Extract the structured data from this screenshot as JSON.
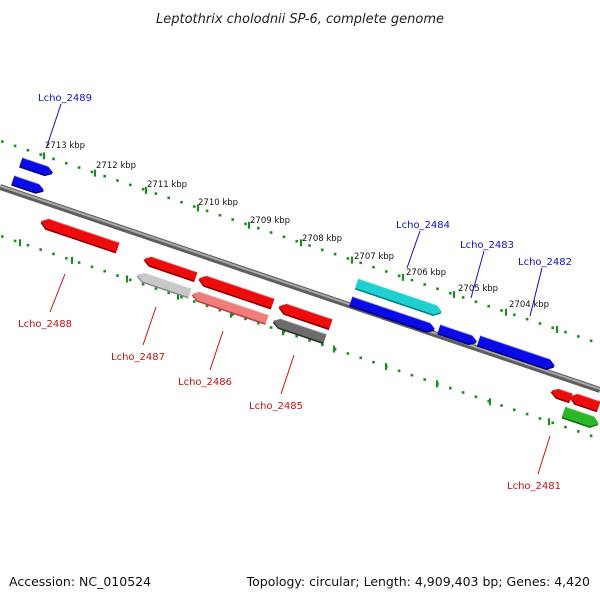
{
  "title": "Leptothrix cholodnii SP-6, complete genome",
  "footer": {
    "accession": "Accession: NC_010524",
    "topology": "Topology: circular; Length: 4,909,403 bp; Genes: 4,420"
  },
  "colors": {
    "backbone": "#7a7a7a",
    "tick": "#1e8c1e",
    "forward_label": "#1010c8",
    "reverse_label": "#c81010"
  },
  "ticks": [
    {
      "label": "2713 kbp"
    },
    {
      "label": "2712 kbp"
    },
    {
      "label": "2711 kbp"
    },
    {
      "label": "2710 kbp"
    },
    {
      "label": "2709 kbp"
    },
    {
      "label": "2708 kbp"
    },
    {
      "label": "2707 kbp"
    },
    {
      "label": "2706 kbp"
    },
    {
      "label": "2705 kbp"
    },
    {
      "label": "2704 kbp"
    }
  ],
  "gene_labels": [
    {
      "text": "Lcho_2489",
      "strand": "forward"
    },
    {
      "text": "Lcho_2484",
      "strand": "forward"
    },
    {
      "text": "Lcho_2483",
      "strand": "forward"
    },
    {
      "text": "Lcho_2482",
      "strand": "forward"
    },
    {
      "text": "Lcho_2488",
      "strand": "reverse"
    },
    {
      "text": "Lcho_2487",
      "strand": "reverse"
    },
    {
      "text": "Lcho_2486",
      "strand": "reverse"
    },
    {
      "text": "Lcho_2485",
      "strand": "reverse"
    },
    {
      "text": "Lcho_2481",
      "strand": "reverse"
    }
  ]
}
